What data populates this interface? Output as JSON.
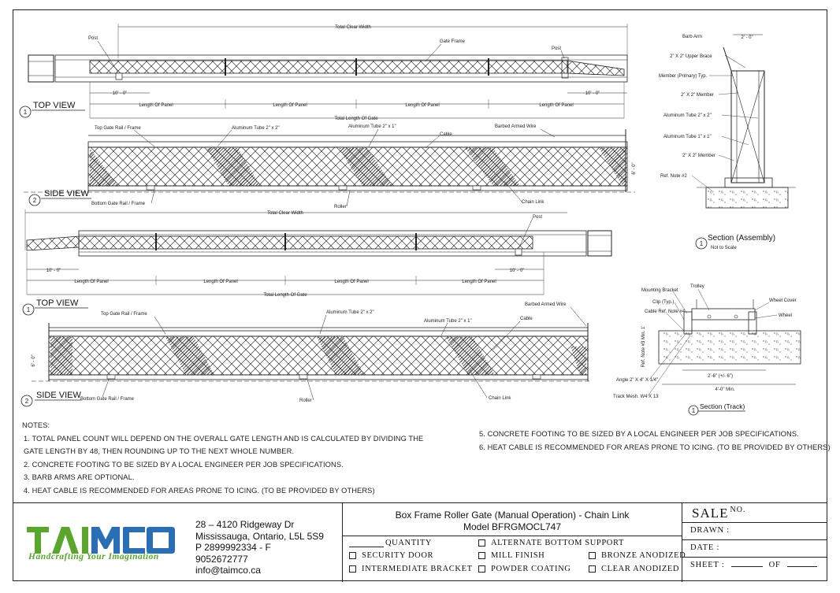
{
  "top_view_1": {
    "title": "TOP VIEW",
    "num": "1",
    "total_clear_width": "Total Clear Width",
    "gate_frame": "Gate Frame",
    "post_left": "Post",
    "post_right": "Post",
    "dim_left": "10' - 0\"",
    "dim_right": "10' - 0\"",
    "length_of_panel": "Length Of Panel",
    "total_length": "Total Length Of Gate"
  },
  "side_view_1": {
    "title": "SIDE VIEW",
    "num": "2",
    "top_rail": "Top Gate Rail / Frame",
    "alum_2x2": "Aluminum Tube 2\" x 2\"",
    "alum_2x1": "Aluminum Tube 2\" x 1\"",
    "cable": "Cable",
    "barbed": "Barbed  Armed Wire",
    "bottom_rail": "Bottom Gate Rail / Frame",
    "roller": "Roller",
    "chain_link": "Chain Link",
    "height_dim": "6' - 0\""
  },
  "top_view_2": {
    "title": "TOP VIEW",
    "num": "1",
    "total_clear_width": "Total Clear Width",
    "post": "Post",
    "dim_left": "10' - 0\"",
    "dim_right": "10' - 0\"",
    "length_of_panel": "Length Of Panel",
    "total_length": "Total Length Of Gate"
  },
  "side_view_2": {
    "title": "SIDE VIEW",
    "num": "2",
    "top_rail": "Top Gate Rail / Frame",
    "alum_2x2": "Aluminum Tube 2\" x 2\"",
    "alum_2x1": "Aluminum Tube 2\" x 1\"",
    "cable": "Cable",
    "barbed": "Barbed  Armed Wire",
    "bottom_rail": "Bottom Gate Rail / Frame",
    "roller": "Roller",
    "chain_link": "Chain Link",
    "height_dim": "6' - 0\""
  },
  "section_assembly": {
    "title": "Section (Assembly)",
    "subtitle": "Not to Scale",
    "num": "1",
    "dim_top": "2' - 0\"",
    "labels": [
      "Barb Arm",
      "2\" X 2\" Upper Brace",
      "Member (Primary) Typ.",
      "2\" X 2\" Member",
      "Aluminum Tube 2\" x 2\"",
      "Aluminum Tube 1\" x 1\"",
      "2\" X 2\" Member",
      "Ref. Note #2"
    ]
  },
  "section_track": {
    "title": "Section (Track)",
    "num": "1",
    "labels_left": [
      "Mounting Bracket",
      "Clip (Typ.)",
      "Cable Ref. Note #4",
      "Angle 2\" X 4\" X 1/4\"",
      "Track Mesh. W4 X 13"
    ],
    "labels_top": [
      "Trolley",
      "Wheel Cover",
      "Wheel"
    ],
    "dim_a": "2'-6\" (+/- 6\")",
    "dim_b": "4'-0\" Min.",
    "dim_v": "Ref. Note #3 Min. 1'"
  },
  "notes": {
    "heading": "NOTES:",
    "left": [
      "1. TOTAL PANEL COUNT WILL DEPEND ON THE OVERALL GATE  LENGTH AND IS CALCULATED BY DIVIDING THE",
      "GATE LENGTH BY  48, THEN ROUNDING UP TO THE NEXT WHOLE NUMBER.",
      "2. CONCRETE FOOTING TO BE SIZED BY A LOCAL ENGINEER PER JOB SPECIFICATIONS.",
      "3. BARB ARMS ARE OPTIONAL.",
      "4. HEAT CABLE IS RECOMMENDED FOR AREAS PRONE TO ICING. (TO BE PROVIDED BY OTHERS)"
    ],
    "right": [
      "5. CONCRETE FOOTING TO BE SIZED BY A LOCAL ENGINEER PER JOB SPECIFICATIONS.",
      "6. HEAT CABLE IS RECOMMENDED FOR AREAS PRONE TO ICING. (TO BE PROVIDED BY OTHERS)"
    ]
  },
  "title_block": {
    "logo_text": "TAIMCO",
    "tagline": "Handcrafting Your Imagination",
    "address_line1": "28 – 4120 Ridgeway Dr",
    "address_line2": "Mississauga, Ontario, L5L 5S9",
    "phone": "P 2899992334 - F",
    "fax": "9052672777",
    "email": "info@taimco.ca",
    "title_line1": "Box Frame Roller Gate (Manual Operation) - Chain Link",
    "title_line2": "Model BFRGMOCL747",
    "quantity": "QUANTITY",
    "options": [
      "SECURITY DOOR",
      "INTERMEDIATE BRACKET",
      "ALTERNATE BOTTOM SUPPORT",
      "MILL FINISH",
      "POWDER COATING",
      "BRONZE ANODIZED",
      "CLEAR ANODIZED"
    ],
    "sale": "SALE",
    "sale_no": "NO.",
    "drawn": "DRAWN :",
    "date": "DATE :",
    "sheet": "SHEET :",
    "of": "OF"
  },
  "colors": {
    "logo_green": "#5aa62d",
    "logo_blue": "#2a6fb6",
    "line": "#222222"
  }
}
